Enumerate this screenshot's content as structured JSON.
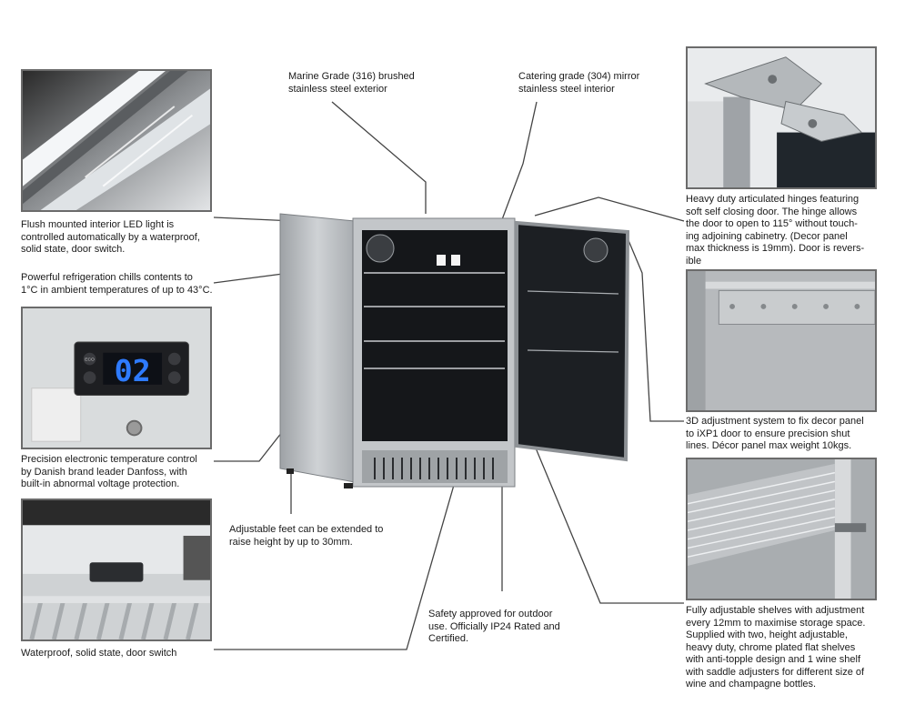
{
  "callouts": {
    "marine_grade": "Marine Grade (316) brushed\nstainless steel exterior",
    "catering_grade": "Catering grade (304) mirror\nstainless steel interior",
    "led_light": "Flush mounted interior LED light is\ncontrolled automatically by a waterproof,\nsolid state, door switch.",
    "refrigeration": "Powerful refrigeration chills contents to\n1°C in ambient temperatures of up to 43°C.",
    "temp_control": "Precision electronic temperature control\nby Danish brand leader Danfoss, with\nbuilt-in abnormal voltage protection.",
    "door_switch": "Waterproof, solid state, door switch",
    "feet": "Adjustable feet can be extended to\nraise height by up to 30mm.",
    "safety": "Safety approved for outdoor\nuse. Officially IP24 Rated and\nCertified.",
    "hinges": "Heavy duty articulated hinges featuring\nsoft self closing door. The hinge allows\nthe door to open to 115° without touch-\ning adjoining cabinetry. (Decor panel\nmax thickness is 19mm). Door is revers-\nible",
    "adjustment": "3D adjustment system to fix decor panel\nto iXP1 door to ensure precision shut\nlines. Décor panel max weight 10kgs.",
    "shelves": "Fully adjustable shelves with adjustment\nevery 12mm to maximise storage space.\nSupplied with two, height adjustable,\nheavy duty, chrome plated flat shelves\nwith anti-topple design and 1 wine shelf\nwith saddle adjusters for different size of\nwine and champagne bottles."
  },
  "controller": {
    "display_value": "02",
    "button_top_left": "ECO"
  },
  "colors": {
    "line": "#444444",
    "thumb_border": "#6b6b6b",
    "lcd": "#2e7bff",
    "steel": "#b9bcbf"
  }
}
